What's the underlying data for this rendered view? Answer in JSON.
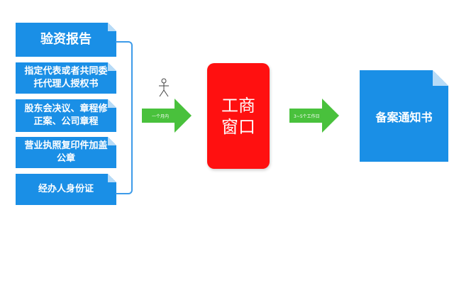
{
  "materials": {
    "title": "验资报告",
    "items": [
      "指定代表或者共同委托代理人授权书",
      "股东会决议、章程修正案、公司章程",
      "营业执照复印件加盖公章",
      "经办人身份证"
    ]
  },
  "arrow_1": {
    "label": "一个月内"
  },
  "window": {
    "label": "工商窗口"
  },
  "arrow_2": {
    "label": "3~5个工作日"
  },
  "result": {
    "label": "备案通知书"
  },
  "colors": {
    "doc_blue": "#1a8fe6",
    "window_red": "#ff1010",
    "arrow_green": "#49c13c"
  }
}
